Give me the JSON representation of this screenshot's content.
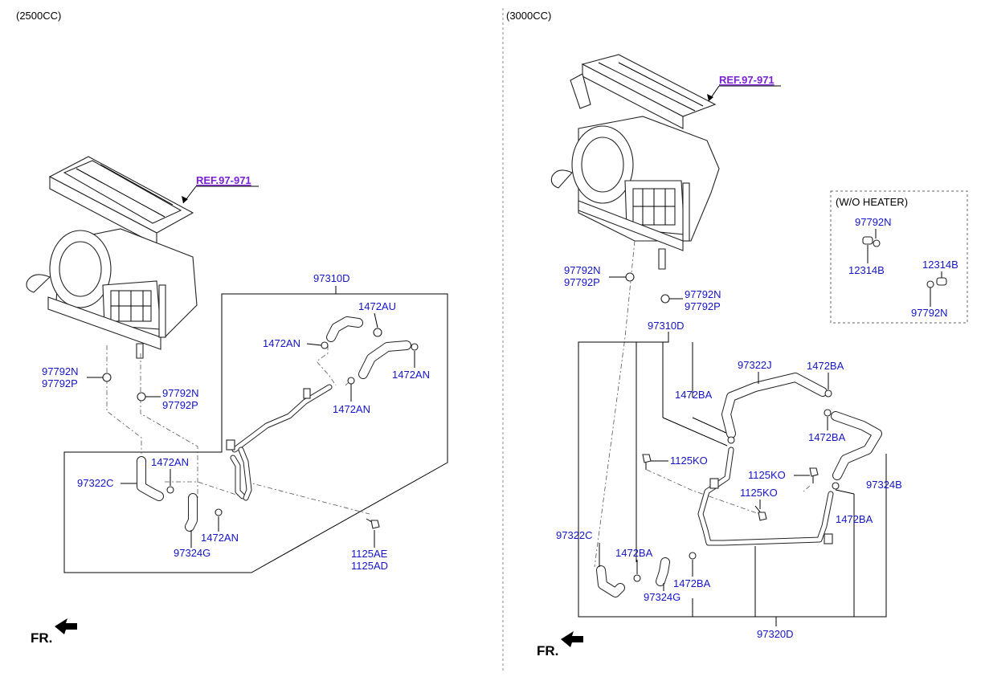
{
  "left": {
    "header": "(2500CC)",
    "ref": "REF.97-971",
    "labels": {
      "n97310D": "97310D",
      "n1472AU": "1472AU",
      "n1472AN_a": "1472AN",
      "n1472AN_b": "1472AN",
      "n1472AN_c": "1472AN",
      "n1472AN_d": "1472AN",
      "n1472AN_e": "1472AN",
      "n97792N_a": "97792N",
      "n97792P_a": "97792P",
      "n97792N_b": "97792N",
      "n97792P_b": "97792P",
      "n97322C": "97322C",
      "n97324G": "97324G",
      "n1125AE": "1125AE",
      "n1125AD": "1125AD"
    },
    "fr": "FR."
  },
  "right": {
    "header": "(3000CC)",
    "ref": "REF.97-971",
    "labels": {
      "n97792N_a": "97792N",
      "n97792P_a": "97792P",
      "n97792N_b": "97792N",
      "n97792P_b": "97792P",
      "n97310D": "97310D",
      "n97322J": "97322J",
      "n1472BA_a": "1472BA",
      "n1472BA_b": "1472BA",
      "n1472BA_c": "1472BA",
      "n1472BA_d": "1472BA",
      "n1472BA_e": "1472BA",
      "n1472BA_f": "1472BA",
      "n1125KO_a": "1125KO",
      "n1125KO_b": "1125KO",
      "n1125KO_c": "1125KO",
      "n97324B": "97324B",
      "n97322C": "97322C",
      "n97324G": "97324G",
      "n97320D": "97320D"
    },
    "woHeader": {
      "title": "(W/O HEATER)",
      "n97792N_a": "97792N",
      "n12314B_a": "12314B",
      "n12314B_b": "12314B",
      "n97792N_b": "97792N"
    },
    "fr": "FR."
  }
}
